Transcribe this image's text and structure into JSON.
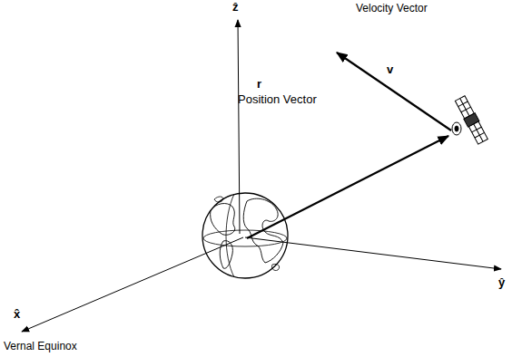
{
  "diagram": {
    "labels": [
      "Velocity Vector",
      "ẑ",
      "v",
      "r",
      "Position Vector",
      "ŷ",
      "x̂",
      "Vernal Equinox"
    ]
  }
}
